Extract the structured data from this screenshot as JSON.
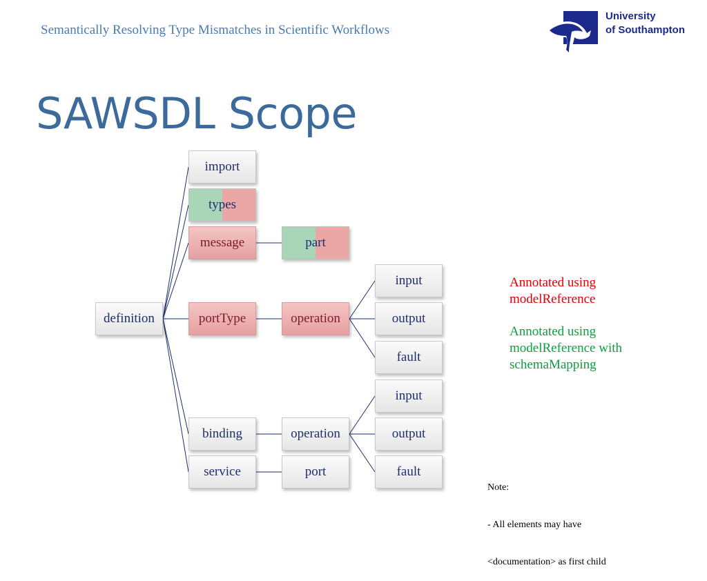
{
  "header": {
    "subtitle": "Semantically Resolving Type Mismatches in Scientific Workflows"
  },
  "logo": {
    "line1": "University",
    "line2": "of Southampton",
    "icon": "dolphin-logo-icon"
  },
  "slide": {
    "title": "SAWSDL Scope"
  },
  "diagram": {
    "root": "definition",
    "level1": [
      "import",
      "types",
      "message",
      "portType",
      "binding",
      "service"
    ],
    "message_child": "part",
    "porttype_child": "operation",
    "porttype_operation_children": [
      "input",
      "output",
      "fault"
    ],
    "binding_child": "operation",
    "binding_operation_children": [
      "input",
      "output",
      "fault"
    ],
    "service_child": "port",
    "annotation": {
      "modelReference": [
        "message",
        "portType",
        "operation"
      ],
      "modelReference_with_schemaMapping": [
        "types",
        "part"
      ]
    }
  },
  "legend": {
    "red_line1": "Annotated using",
    "red_line2": "modelReference",
    "green_line1": "Annotated using",
    "green_line2": "modelReference with",
    "green_line3": "schemaMapping"
  },
  "note": {
    "line1": "Note:",
    "line2": "- All elements may have",
    "line3": "<documentation> as first child"
  },
  "colors": {
    "modelReference": "#e6a0a0",
    "schemaMapping": "#a9d6b8",
    "legend_red": "#e00000",
    "legend_green": "#0aa040",
    "title": "#3b6a9b",
    "connector": "#1e2d6b"
  }
}
